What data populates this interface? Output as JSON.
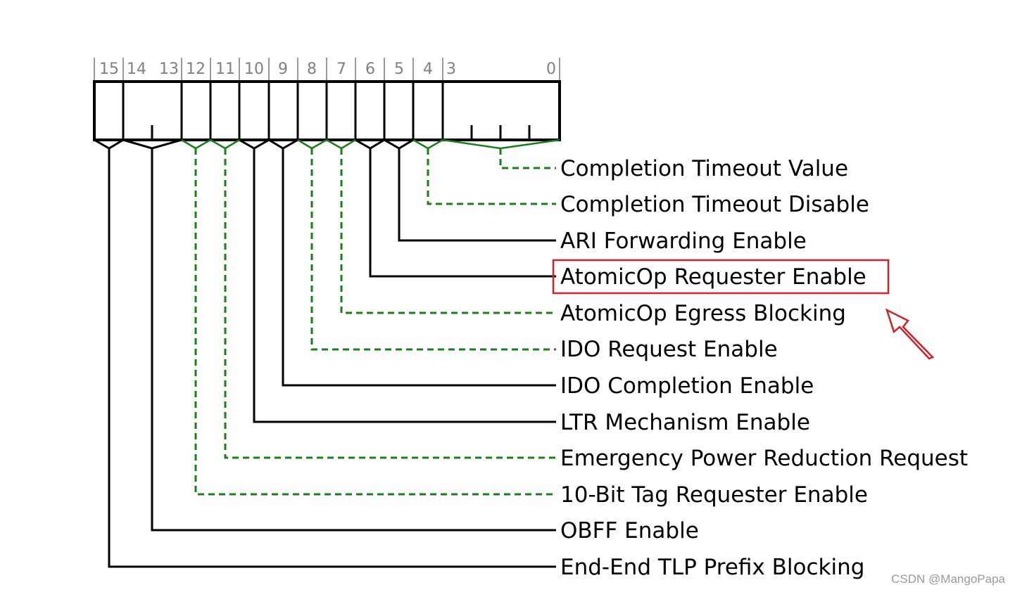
{
  "bit_numbers": [
    "15",
    "14",
    "13",
    "12",
    "11",
    "10",
    "9",
    "8",
    "7",
    "6",
    "5",
    "4",
    "3",
    "0"
  ],
  "fields": [
    {
      "label": "Completion Timeout Value",
      "bits": "3:0",
      "style": "reserved",
      "highlighted": false
    },
    {
      "label": "Completion Timeout Disable",
      "bits": "4",
      "style": "reserved",
      "highlighted": false
    },
    {
      "label": "ARI Forwarding Enable",
      "bits": "5",
      "style": "solid",
      "highlighted": false
    },
    {
      "label": "AtomicOp Requester Enable",
      "bits": "6",
      "style": "solid",
      "highlighted": true
    },
    {
      "label": "AtomicOp Egress Blocking",
      "bits": "7",
      "style": "reserved",
      "highlighted": false
    },
    {
      "label": "IDO Request Enable",
      "bits": "8",
      "style": "reserved",
      "highlighted": false
    },
    {
      "label": "IDO Completion Enable",
      "bits": "9",
      "style": "solid",
      "highlighted": false
    },
    {
      "label": "LTR Mechanism Enable",
      "bits": "10",
      "style": "solid",
      "highlighted": false
    },
    {
      "label": "Emergency Power Reduction Request",
      "bits": "11",
      "style": "reserved",
      "highlighted": false
    },
    {
      "label": "10-Bit Tag Requester Enable",
      "bits": "12",
      "style": "reserved",
      "highlighted": false
    },
    {
      "label": "OBFF Enable",
      "bits": "14:13",
      "style": "solid",
      "highlighted": false
    },
    {
      "label": "End-End TLP Prefix Blocking",
      "bits": "15",
      "style": "solid",
      "highlighted": false
    }
  ],
  "colors": {
    "solid": "#000000",
    "dashed": "#1a7f1a",
    "highlight": "#d0202a",
    "bit_number": "#808080"
  },
  "watermark": "CSDN @MangoPapa"
}
